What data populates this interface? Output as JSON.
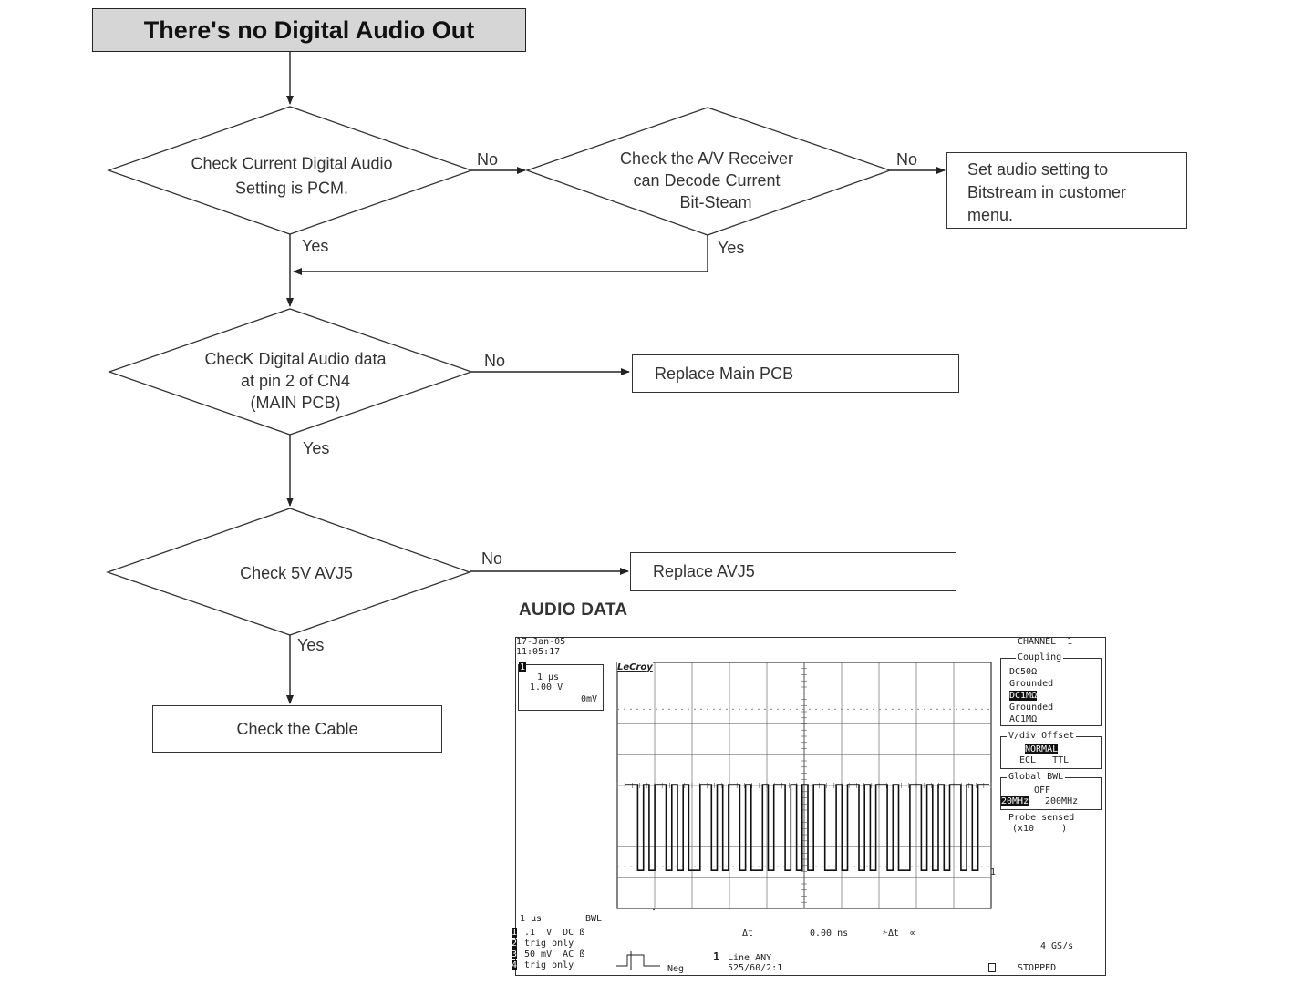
{
  "flowchart": {
    "title": "There's no Digital Audio Out",
    "decision_1": {
      "line1": "Check Current Digital Audio",
      "line2": "Setting is PCM."
    },
    "decision_2": {
      "line1": "Check the A/V Receiver",
      "line2": "can Decode Current",
      "line3": "Bit-Steam"
    },
    "decision_3": {
      "line1": "ChecK Digital Audio data",
      "line2": "at pin 2 of CN4",
      "line3": "(MAIN PCB)"
    },
    "decision_4": {
      "line1": "Check 5V AVJ5"
    },
    "box_set_audio": {
      "line1": "Set audio setting to",
      "line2": "Bitstream in customer",
      "line3": "menu."
    },
    "box_replace_main_pcb": "Replace Main PCB",
    "box_replace_avj5": "Replace AVJ5",
    "box_check_cable": "Check the Cable",
    "labels": {
      "no_1": "No",
      "no_2": "No",
      "no_3": "No",
      "no_4": "No",
      "yes_1": "Yes",
      "yes_2": "Yes",
      "yes_3": "Yes",
      "yes_4": "Yes"
    }
  },
  "audio_data_title": "AUDIO DATA",
  "oscilloscope": {
    "date": "17-Jan-05",
    "time": "11:05:17",
    "channel_marker": "1",
    "readout_time": "1 µs",
    "readout_volts": "1.00 V",
    "readout_offset": "0mV",
    "brand": "LeCroy",
    "channel_header": "CHANNEL  1",
    "coupling_title": "Coupling",
    "coupling_options": [
      "DC50Ω",
      "Grounded",
      "DC1MΩ",
      "Grounded",
      "AC1MΩ"
    ],
    "coupling_selected_index": 2,
    "vdiv_title": "V/div Offset",
    "vdiv_selected": "NORMAL",
    "vdiv_other": "ECL   TTL",
    "bwl_title": "Global BWL",
    "bwl_off": "OFF",
    "bwl_selected": "20MHz",
    "bwl_other": "200MHz",
    "probe_line1": "Probe sensed",
    "probe_line2": "(x10     )",
    "bottom_timebase": "1 µs",
    "bottom_bwl": "BWL",
    "ch_rows": [
      {
        "num": "1",
        "text": ".1  V  DC ß"
      },
      {
        "num": "2",
        "text": "trig only"
      },
      {
        "num": "3",
        "text": "50 mV  AC ß"
      },
      {
        "num": "4",
        "text": "trig only"
      }
    ],
    "delta_t_label": "Δt",
    "delta_t_value": "0.00 ns",
    "inv_delta_t": "⅟Δt  ∞",
    "sample_rate": "4 GS/s",
    "trigger_slope": "Neg",
    "trigger_num": "1",
    "trigger_line1": "Line ANY",
    "trigger_line2": "525/60/2:1",
    "status": "STOPPED",
    "trace_marker": "1",
    "signal_levels": [
      1,
      1,
      0,
      1,
      0,
      1,
      1,
      0,
      1,
      0,
      1,
      0,
      0,
      1,
      1,
      0,
      1,
      0,
      1,
      1,
      0,
      1,
      0,
      0,
      1,
      0,
      1,
      1,
      0,
      1,
      0,
      1,
      0,
      1,
      1,
      0,
      0,
      1,
      0,
      1,
      1,
      0,
      1,
      0,
      1,
      1,
      0,
      1,
      0,
      0,
      1,
      1,
      0,
      1,
      0,
      1,
      0,
      1,
      1,
      0,
      1,
      0,
      1,
      1
    ]
  },
  "colors": {
    "title_fill": "#d6d6d6",
    "line": "#222222",
    "trace": "#111111"
  }
}
